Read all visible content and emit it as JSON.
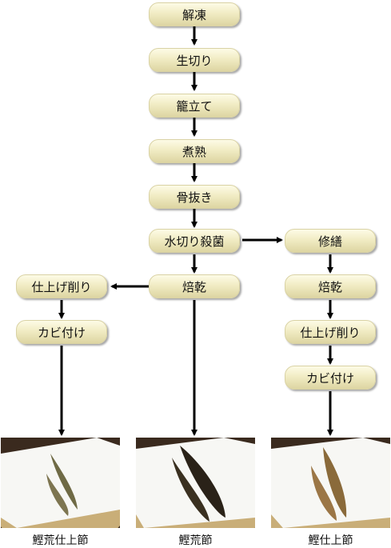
{
  "main_flow": [
    "解凍",
    "生切り",
    "籠立て",
    "煮熟",
    "骨抜き",
    "水切り殺菌",
    "焙乾"
  ],
  "left_flow": [
    "仕上げ削り",
    "カビ付け"
  ],
  "right_flow": [
    "修繕",
    "焙乾",
    "仕上げ削り",
    "カビ付け"
  ],
  "products": {
    "left": "鰹荒仕上節",
    "center": "鰹荒節",
    "right": "鰹仕上節"
  },
  "colors": {
    "box_top": "#fdfbe6",
    "box_bottom": "#ddd5a2",
    "arrow": "#000000"
  }
}
